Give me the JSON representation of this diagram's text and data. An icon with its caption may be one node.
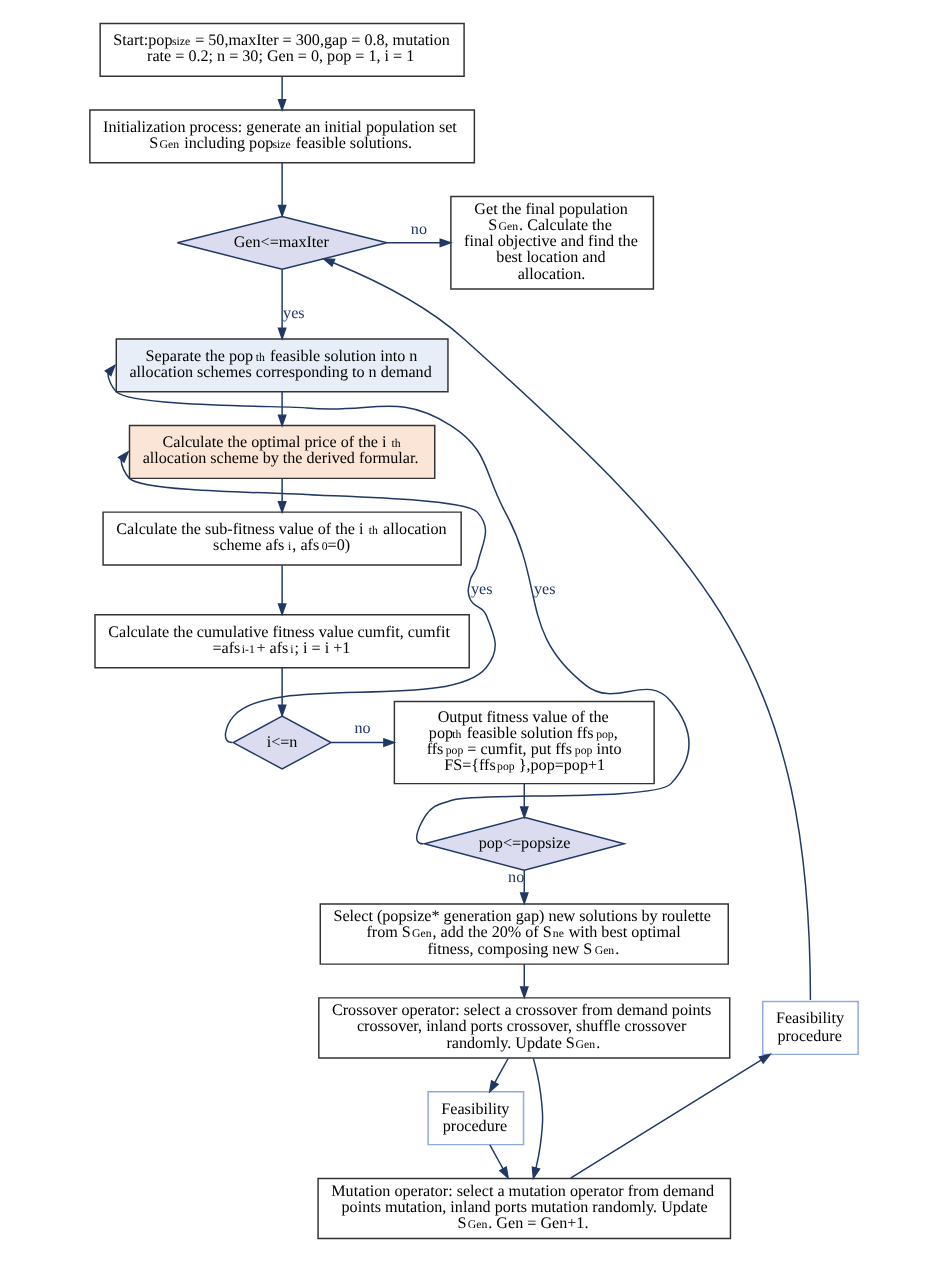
{
  "diagram": {
    "nodes": [
      {
        "text": [
          "Start:pop$_{size}$ = 50,maxIter = 300,gap = 0.8, mutation rate = 0.2; n = 30; Gen = 0, pop = 1, i = 1"
        ]
      },
      {
        "text": [
          "Initialization process: generate an initial population set S$_{Gen}$ including pop$_{size}$ feasible solutions."
        ]
      },
      {
        "text": [
          "Gen<=maxIter"
        ]
      },
      {
        "text": [
          "Get the final population S$_{Gen}$. Calculate the final objective and find the best location and allocation."
        ]
      },
      {
        "text": [
          "Separate the pop$_{th}$ feasible solution into n allocation schemes corresponding to n demand"
        ]
      },
      {
        "text": [
          "Calculate the optimal price of the i$_{th}$ allocation scheme by the derived formular."
        ]
      },
      {
        "text": [
          "Calculate the sub-fitness value of the i$_{th}$ allocation scheme afs$_{i}$, afs$_{0}$=0)"
        ]
      },
      {
        "text": [
          "Calculate the cumulative fitness value cumfit, cumfit =afs$_{i-1}$+ afs$_{i}$; i = i +1"
        ]
      },
      {
        "text": [
          "i<=n"
        ]
      },
      {
        "text": [
          "Output fitness value of the pop$_{th}$ feasible solution ffs$_{pop}$, ffs$_{pop}$ = cumfit, put ffs$_{pop}$ into FS={ffs$_{pop}$ },pop=pop+1"
        ]
      },
      {
        "text": [
          "pop<=popsize"
        ]
      },
      {
        "text": [
          "Select (popsize* generation gap) new solutions by roulette from S$_{Gen}$, add the 20% of S$_{ne}$ with best optimal fitness, composing new S$_{Gen}$."
        ]
      },
      {
        "text": [
          "Feasibility procedure"
        ]
      },
      {
        "text": [
          "Crossover operator: select a crossover from demand points crossover, inland ports crossover, shuffle crossover randomly. Update S$_{Gen}$."
        ]
      },
      {
        "text": [
          "Feasibility procedure"
        ]
      },
      {
        "text": [
          "Mutation operator: select a mutation operator from demand points mutation, inland ports mutation randomly. Update S$_{Gen}$. Gen = Gen+1."
        ]
      }
    ],
    "edges": [
      {
        "from": 0,
        "to": 1,
        "arrow": "to"
      },
      {
        "from": 1,
        "to": 2,
        "arrow": "to"
      },
      {
        "from": 2,
        "to": 3,
        "arrow": "to",
        "label": "no"
      },
      {
        "from": 2,
        "to": 4,
        "arrow": "to",
        "label": "yes"
      },
      {
        "from": 4,
        "to": 5,
        "arrow": "to"
      },
      {
        "from": 5,
        "to": 6,
        "arrow": "to"
      },
      {
        "from": 6,
        "to": 7,
        "arrow": "to"
      },
      {
        "from": 7,
        "to": 8,
        "arrow": "to"
      },
      {
        "from": 8,
        "to": 5,
        "arrow": "to",
        "label": "yes"
      },
      {
        "from": 8,
        "to": 9,
        "arrow": "to",
        "label": "no"
      },
      {
        "from": 9,
        "to": 10,
        "arrow": "to"
      },
      {
        "from": 10,
        "to": 4,
        "arrow": "to",
        "label": "yes"
      },
      {
        "from": 10,
        "to": 11,
        "arrow": "to",
        "label": "no"
      },
      {
        "from": 11,
        "to": 13,
        "arrow": "to"
      },
      {
        "from": 13,
        "to": 14,
        "arrow": "to"
      },
      {
        "from": 13,
        "to": 15,
        "arrow": "to"
      },
      {
        "from": 14,
        "to": 15,
        "arrow": "to"
      },
      {
        "from": 15,
        "to": 12,
        "arrow": "to"
      },
      {
        "from": 12,
        "to": 2,
        "arrow": "to"
      }
    ]
  }
}
